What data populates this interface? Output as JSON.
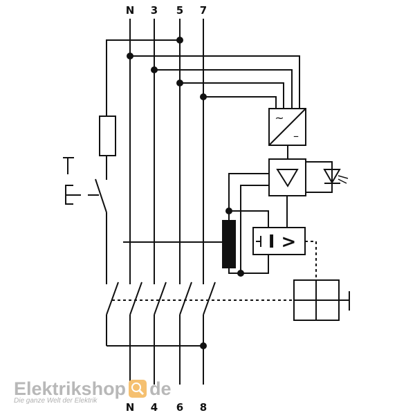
{
  "terminals_top": [
    "N",
    "3",
    "5",
    "7"
  ],
  "terminals_bottom": [
    "N",
    "4",
    "6",
    "8"
  ],
  "symbols": {
    "rectifier_ac": "~",
    "rectifier_dc": "–",
    "trip_relay": "I >"
  },
  "watermark": {
    "brand": "Elektrikshop",
    "tld": "de",
    "tagline": "Die ganze Welt der Elektrik",
    "accent": "#f5c070"
  }
}
